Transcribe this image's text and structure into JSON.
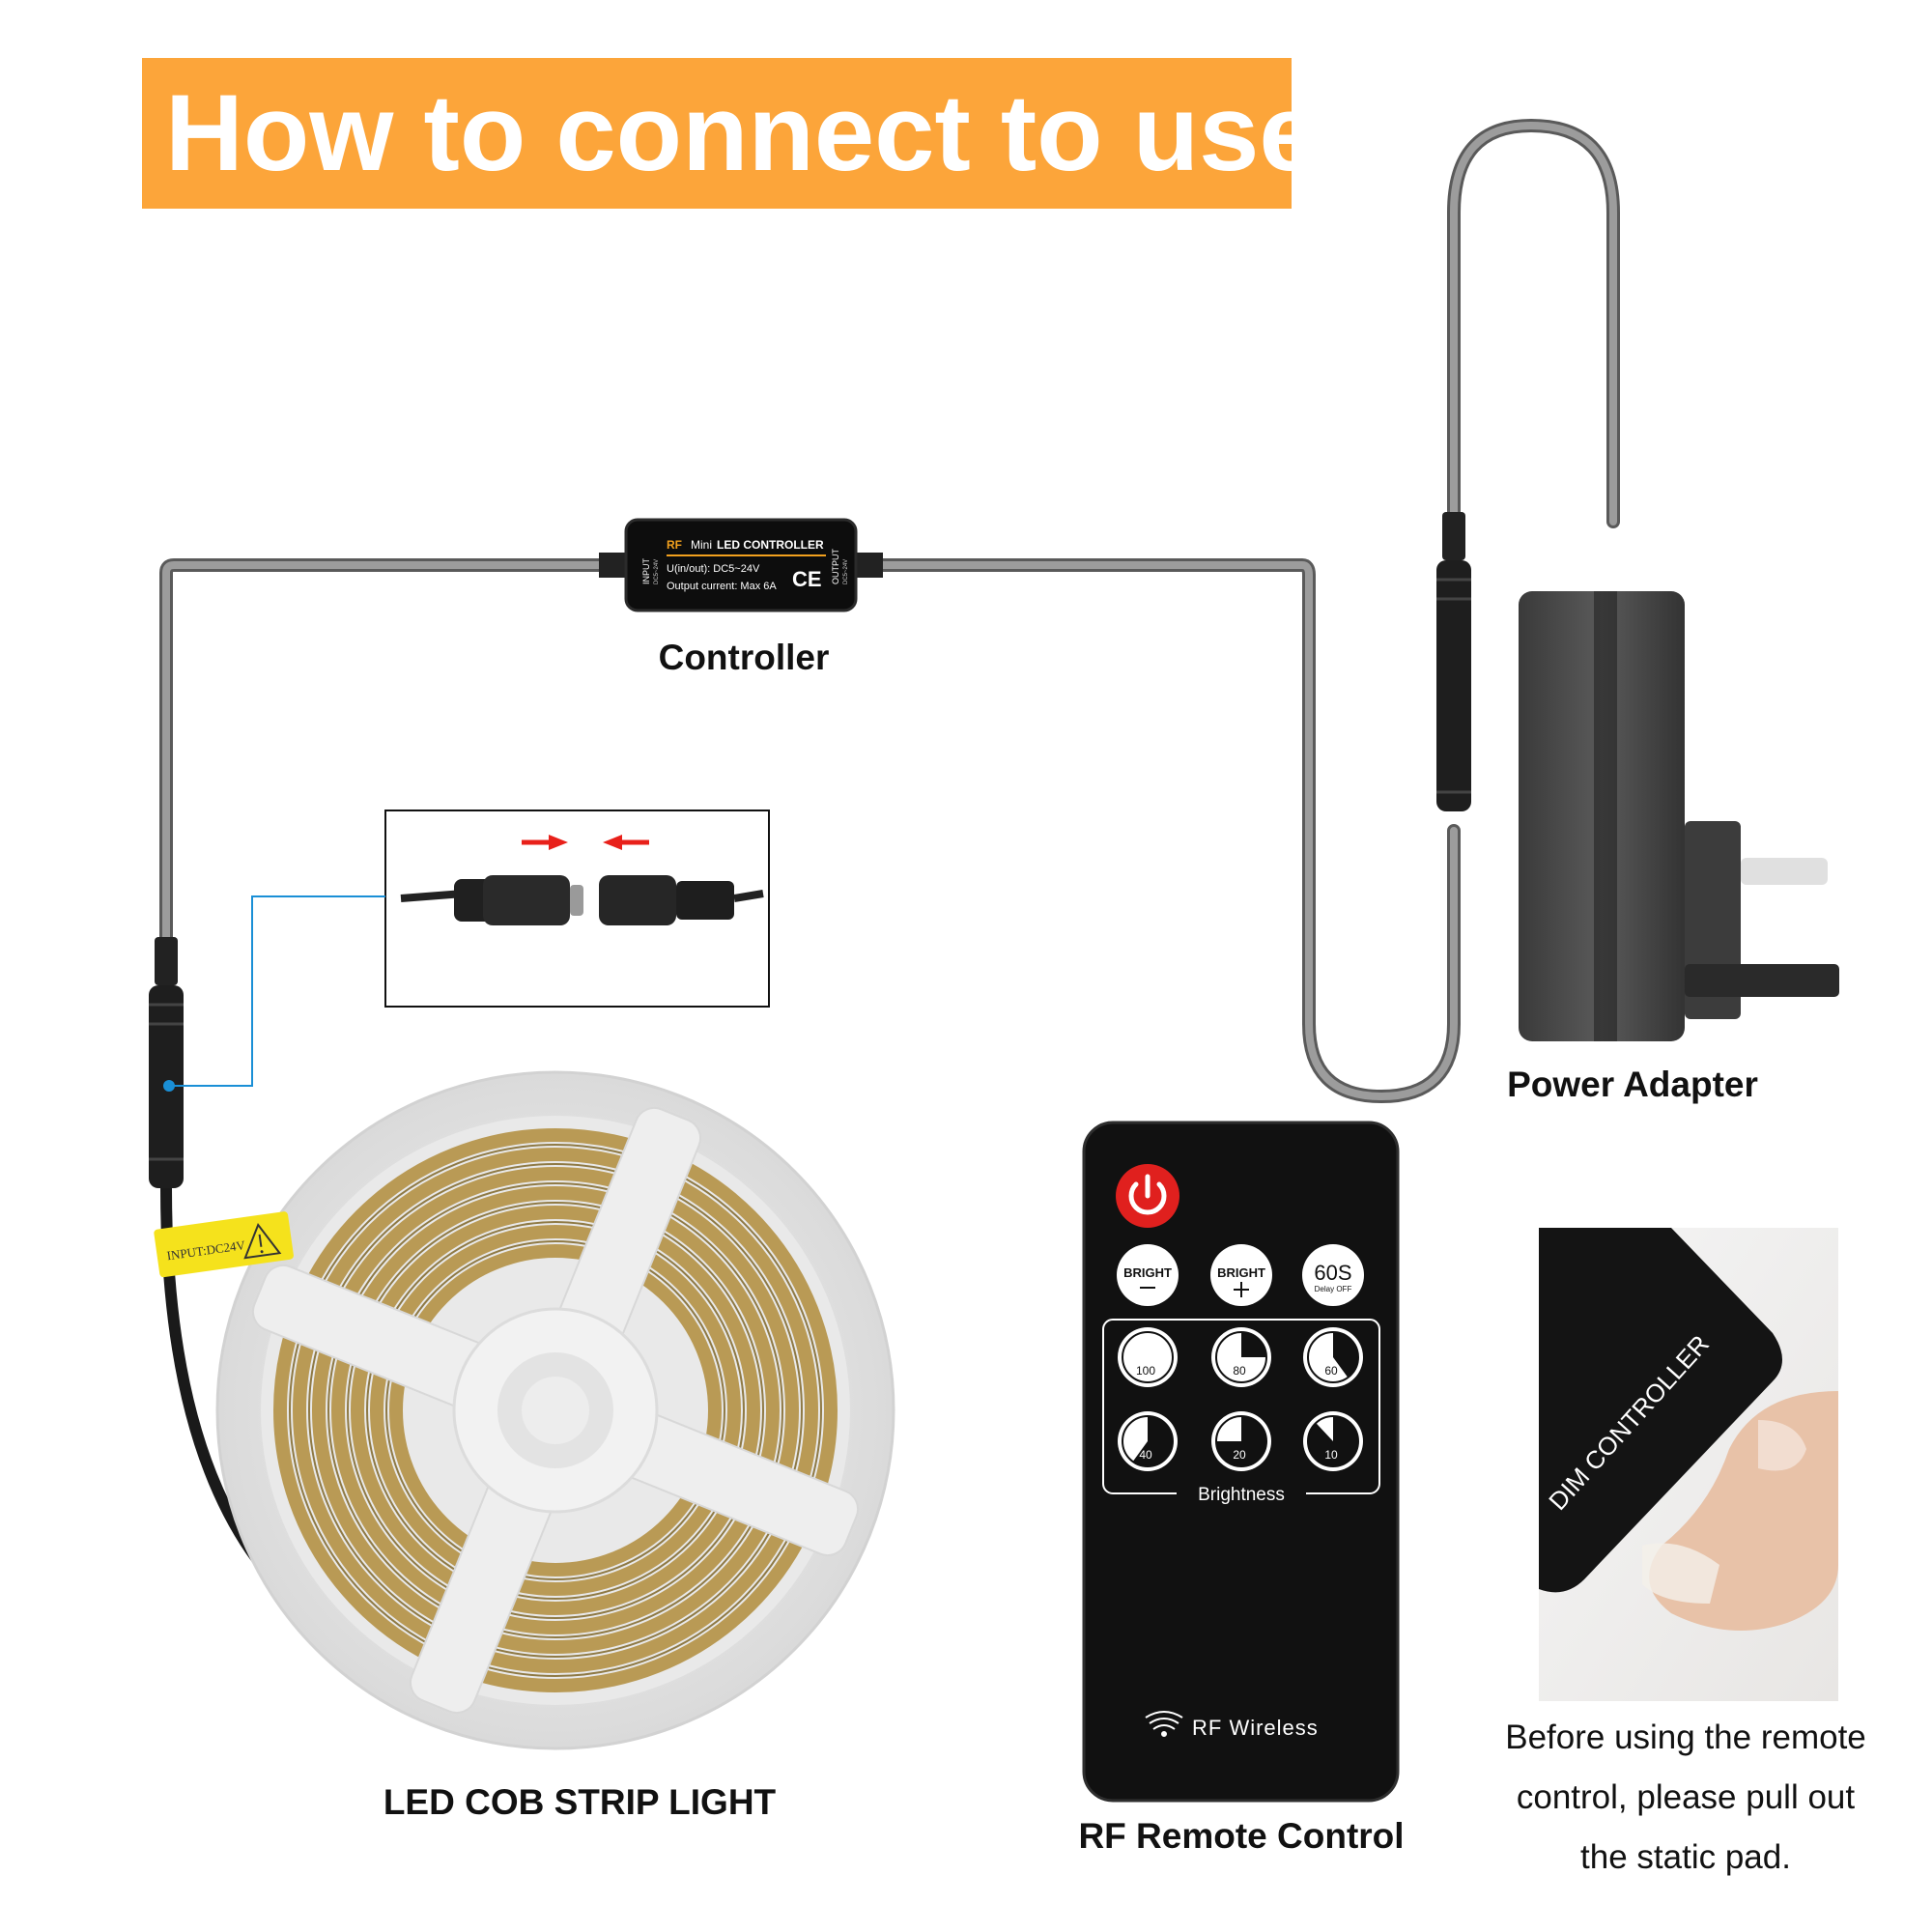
{
  "header": {
    "title": "How to connect to use"
  },
  "controller": {
    "label": "Controller",
    "device": {
      "rf": "RF",
      "brand": "Mini",
      "name": "LED CONTROLLER",
      "voltage": "U(in/out): DC5~24V",
      "current": "Output current: Max 6A",
      "ce": "CE",
      "input": "INPUT",
      "input_range": "DC5~24V",
      "output": "OUTPUT",
      "output_range": "DC5~24V"
    }
  },
  "strip": {
    "label": "LED COB STRIP LIGHT",
    "tag": "INPUT:DC24V"
  },
  "adapter": {
    "label": "Power Adapter"
  },
  "remote": {
    "label": "RF Remote Control",
    "bright_down": "BRIGHT",
    "bright_up": "BRIGHT",
    "delay_main": "60S",
    "delay_sub": "Delay OFF",
    "levels": [
      "100",
      "80",
      "60",
      "40",
      "20",
      "10"
    ],
    "group_label": "Brightness",
    "wireless": "RF Wireless"
  },
  "note": {
    "image_text": "DIM CONTROLLER",
    "lines": [
      "Before using the remote",
      "control, please pull out",
      "the static pad."
    ]
  },
  "colors": {
    "banner": "#fca53a",
    "wire": "#8e8e8e",
    "power_button": "#e0201e",
    "pointer_line": "#1a8fd6",
    "arrow": "#e8201a"
  }
}
